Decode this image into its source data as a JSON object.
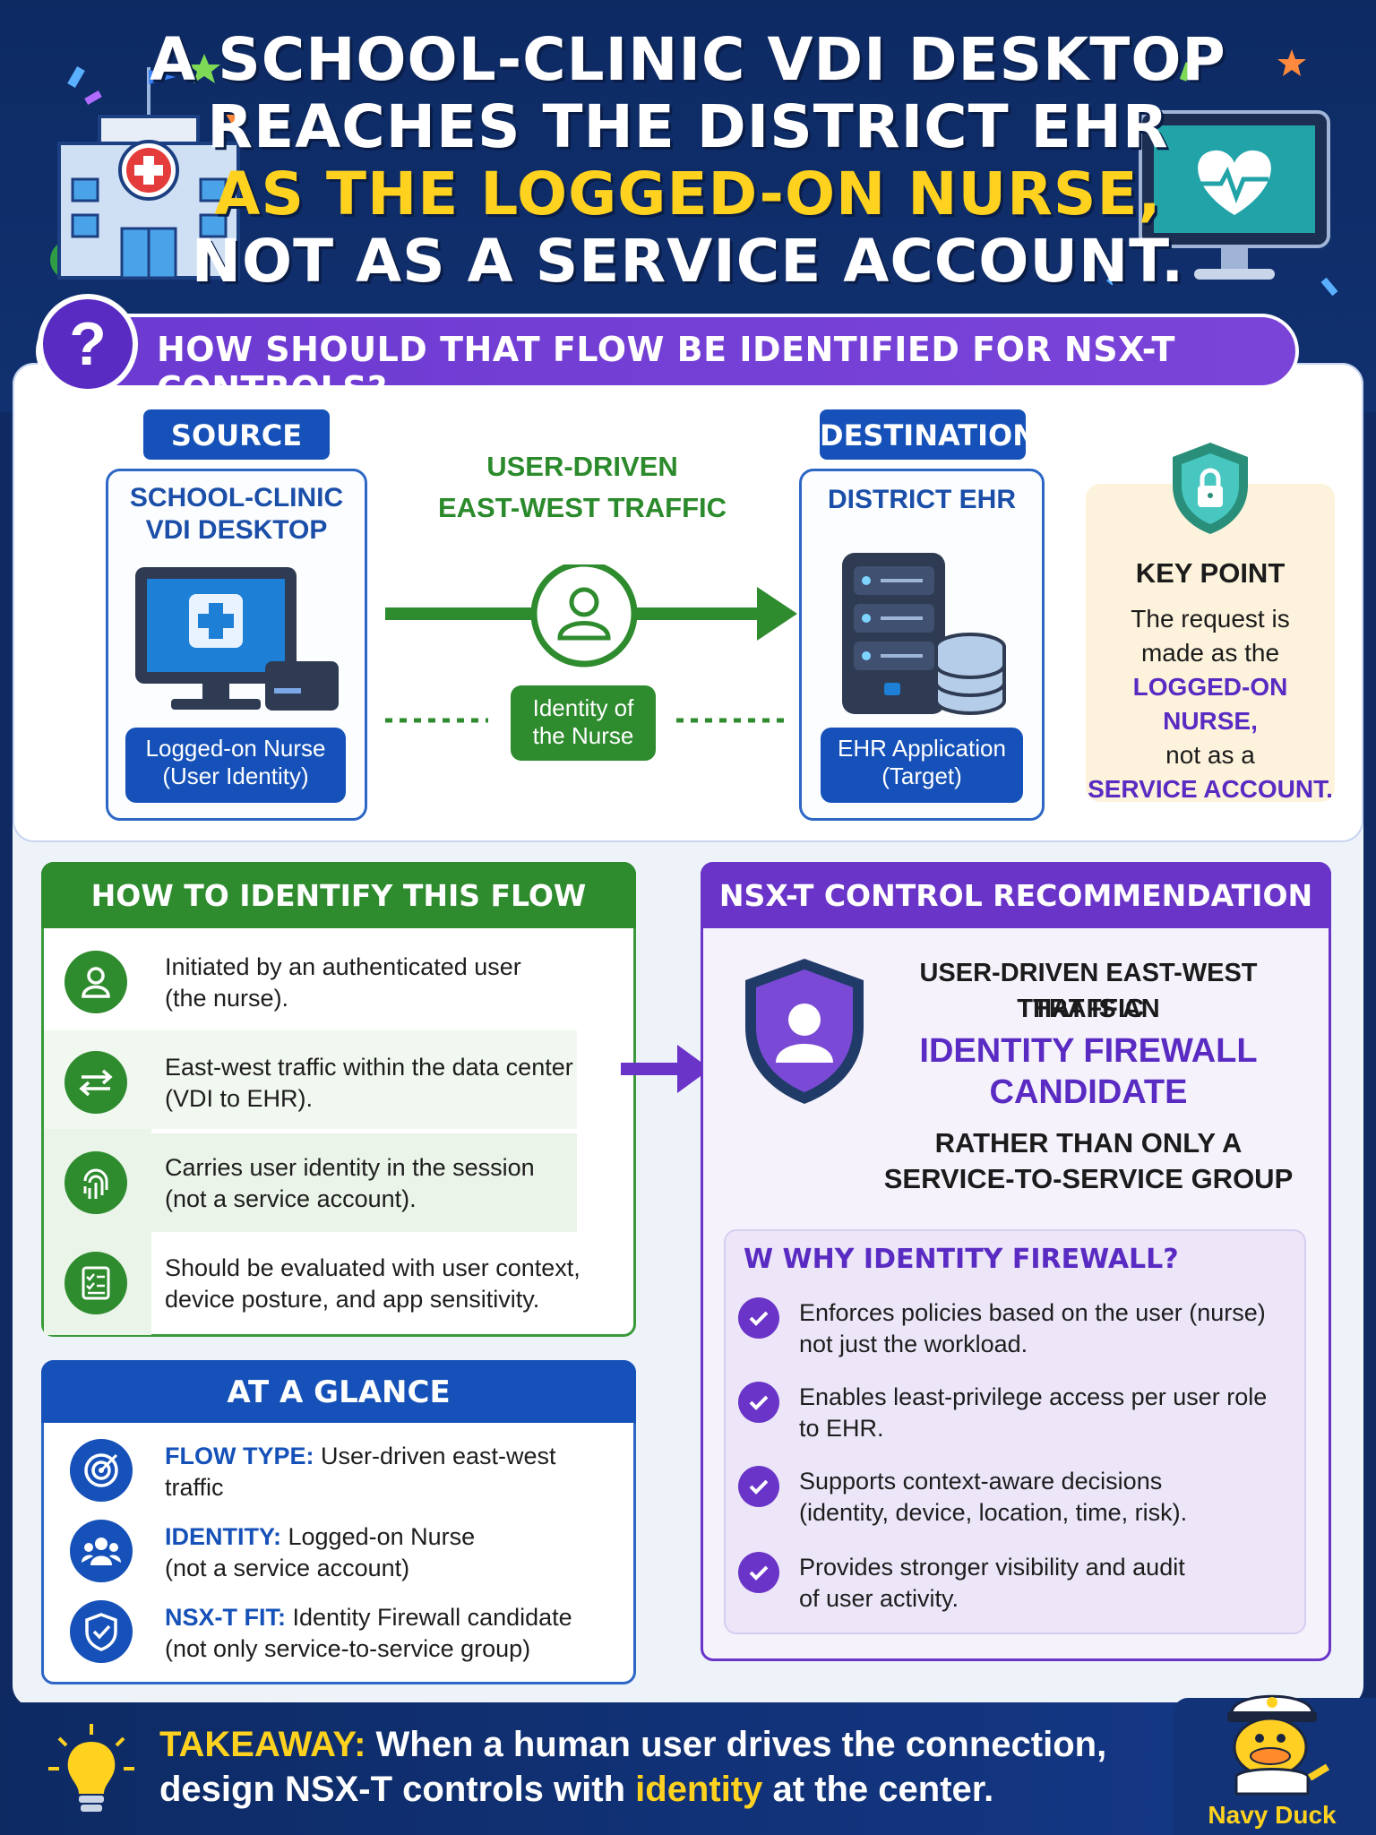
{
  "header": {
    "title_lines": [
      "A SCHOOL-CLINIC VDI DESKTOP",
      "REACHES THE DISTRICT EHR",
      "AS THE LOGGED-ON NURSE,",
      "NOT AS A SERVICE ACCOUNT."
    ]
  },
  "question": {
    "icon_text": "?",
    "text": "HOW SHOULD THAT FLOW BE IDENTIFIED FOR NSX-T CONTROLS?"
  },
  "flow": {
    "source": {
      "tag": "SOURCE",
      "title_lines": [
        "SCHOOL-CLINIC",
        "VDI DESKTOP"
      ],
      "pill_lines": [
        "Logged-on Nurse",
        "(User Identity)"
      ]
    },
    "traffic": {
      "label_lines": [
        "USER-DRIVEN",
        "EAST-WEST TRAFFIC"
      ],
      "pill_lines": [
        "Identity of",
        "the Nurse"
      ]
    },
    "destination": {
      "tag": "DESTINATION",
      "title": "DISTRICT EHR",
      "pill_lines": [
        "EHR Application",
        "(Target)"
      ]
    },
    "key_point": {
      "title": "KEY POINT",
      "line1": "The request is",
      "line2": "made as the",
      "highlight1": "LOGGED-ON NURSE,",
      "line3": "not as a",
      "highlight2": "SERVICE ACCOUNT."
    }
  },
  "identify": {
    "heading": "HOW TO IDENTIFY THIS FLOW",
    "rows": [
      {
        "icon": "user-icon",
        "line1": "Initiated by an authenticated user",
        "line2": "(the nurse)."
      },
      {
        "icon": "arrows-icon",
        "line1": "East-west traffic within the data center",
        "line2": "(VDI to EHR)."
      },
      {
        "icon": "fingerprint-icon",
        "line1": "Carries user identity in the session",
        "line2": "(not a service account)."
      },
      {
        "icon": "checklist-icon",
        "line1": "Should be evaluated with user context,",
        "line2": "device posture, and app sensitivity."
      }
    ]
  },
  "glance": {
    "heading": "AT A GLANCE",
    "rows": [
      {
        "icon": "target-icon",
        "key": "FLOW TYPE:",
        "value": " User-driven east-west",
        "line2": "traffic"
      },
      {
        "icon": "users-icon",
        "key": "IDENTITY:",
        "value": " Logged-on Nurse",
        "line2": "(not a service account)"
      },
      {
        "icon": "shield-check-icon",
        "key": "NSX-T FIT:",
        "value": " Identity Firewall candidate",
        "line2": "(not only service-to-service group)"
      }
    ]
  },
  "recommendation": {
    "heading": "NSX-T CONTROL RECOMMENDATION",
    "line1": "USER-DRIVEN EAST-WEST TRAFFIC",
    "line2": "THAT IS AN",
    "highlight1": "IDENTITY FIREWALL",
    "highlight2": "CANDIDATE",
    "line3": "RATHER THAN ONLY A",
    "line4": "SERVICE-TO-SERVICE GROUP",
    "why_title": "W WHY IDENTITY FIREWALL?",
    "why_items": [
      {
        "line1": "Enforces policies based on the user (nurse)",
        "line2": "not just the workload."
      },
      {
        "line1": "Enables least-privilege access per user role",
        "line2": "to EHR."
      },
      {
        "line1": "Supports context-aware decisions",
        "line2": "(identity, device, location, time, risk)."
      },
      {
        "line1": "Provides stronger visibility and audit",
        "line2": "of user activity."
      }
    ]
  },
  "footer": {
    "takeaway_label": "TAKEAWAY:",
    "text1": " When a human user drives the connection,",
    "text2a": "design NSX-T controls with ",
    "text2_highlight": "identity",
    "text2b": " at the center.",
    "brand": "Navy Duck"
  },
  "colors": {
    "navy": "#0f2a63",
    "green": "#2e8b2e",
    "blue": "#1551b8",
    "purple": "#6a34c8",
    "yellow": "#ffd21f"
  }
}
